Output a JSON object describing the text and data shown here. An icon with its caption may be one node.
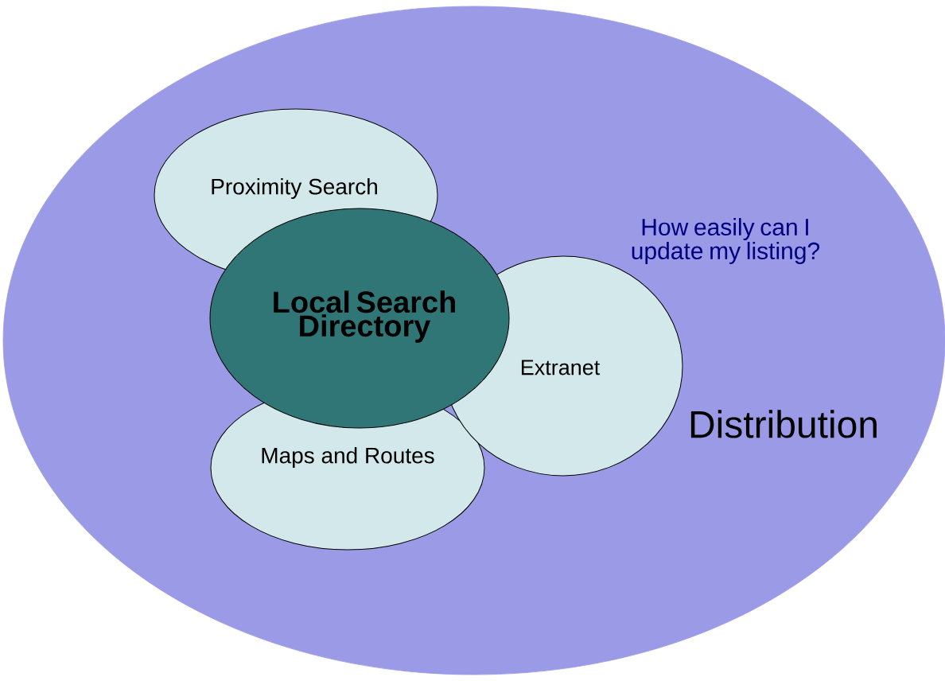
{
  "diagram": {
    "nodes": [
      {
        "text": [
          "How easily can I update my listing?",
          "Distribution"
        ]
      },
      {
        "text": [
          "Proximity Search"
        ],
        "in": 0
      },
      {
        "text": [
          "Local Search Directory"
        ],
        "in": 0
      },
      {
        "text": [
          "Extranet"
        ],
        "in": 0
      },
      {
        "text": [
          "Maps and Routes"
        ],
        "in": 0
      }
    ]
  }
}
